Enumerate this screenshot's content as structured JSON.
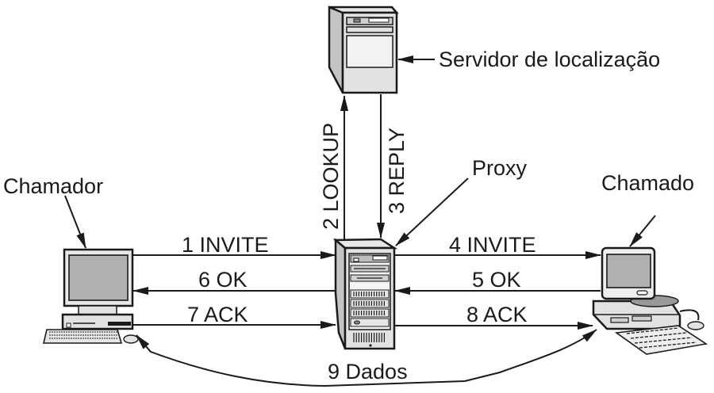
{
  "diagram": {
    "type": "SIP call setup via proxy",
    "language": "pt-BR",
    "nodes": {
      "location_server": {
        "label": "Servidor de localização",
        "icon": "server-tower-icon"
      },
      "proxy": {
        "label": "Proxy",
        "icon": "server-rack-icon"
      },
      "caller": {
        "label": "Chamador",
        "icon": "desktop-computer-icon"
      },
      "callee": {
        "label": "Chamado",
        "icon": "desktop-computer-icon"
      }
    },
    "messages": [
      {
        "step": 1,
        "label": "1 INVITE",
        "from": "caller",
        "to": "proxy"
      },
      {
        "step": 2,
        "label": "2 LOOKUP",
        "from": "proxy",
        "to": "location_server"
      },
      {
        "step": 3,
        "label": "3 REPLY",
        "from": "location_server",
        "to": "proxy"
      },
      {
        "step": 4,
        "label": "4 INVITE",
        "from": "proxy",
        "to": "callee"
      },
      {
        "step": 5,
        "label": "5 OK",
        "from": "callee",
        "to": "proxy"
      },
      {
        "step": 6,
        "label": "6 OK",
        "from": "proxy",
        "to": "caller"
      },
      {
        "step": 7,
        "label": "7 ACK",
        "from": "caller",
        "to": "proxy"
      },
      {
        "step": 8,
        "label": "8 ACK",
        "from": "proxy",
        "to": "callee"
      },
      {
        "step": 9,
        "label": "9 Dados",
        "from": "caller",
        "to": "callee",
        "bidirectional": true
      }
    ],
    "colors": {
      "line": "#1a1a1a",
      "body": "#e2e2e2",
      "side": "#c4c4c4",
      "screen": "#b0b0b0"
    }
  }
}
